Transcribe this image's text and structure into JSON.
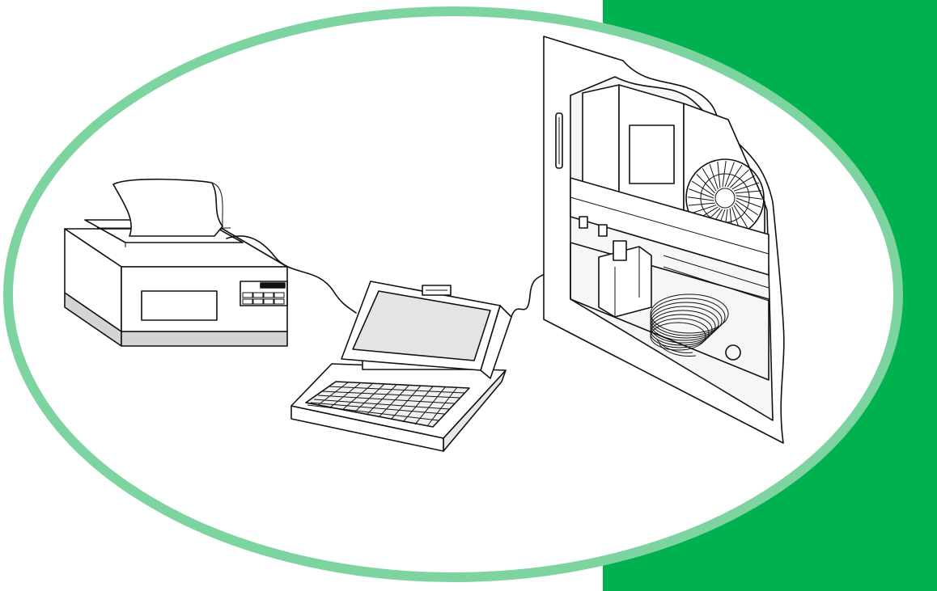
{
  "figure": {
    "kind": "illustration",
    "depicts": [
      "printer",
      "laptop-computer",
      "wall-mounted-controller"
    ],
    "colors": {
      "accent_panel": "#00B14F",
      "ellipse_ring": "#7ED4A0",
      "background": "#FFFFFF",
      "line_art": "#111111",
      "printer_base": "#D4D4D4",
      "screen_gray": "#E4E4E4"
    }
  }
}
